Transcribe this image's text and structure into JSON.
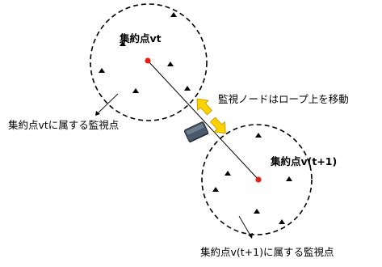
{
  "cluster_top": {
    "label": "集約点vt",
    "member_caption": "集約点vtに属する監視点"
  },
  "cluster_bottom": {
    "label": "集約点v(t+1)",
    "member_caption": "集約点v(t+1)に属する監視点"
  },
  "node_caption": "監視ノードはロープ上を移動",
  "icons": {
    "monitoring_point": "triangle-marker",
    "aggregation_point": "red-dot",
    "monitoring_node": "camera-box",
    "movement": "double-arrow"
  },
  "colors": {
    "aggregation_point": "#e8201a",
    "arrow_fill": "#ffd200",
    "arrow_stroke": "#c9a400",
    "node_body": "#4a5a6a",
    "circle_stroke": "#000000"
  }
}
